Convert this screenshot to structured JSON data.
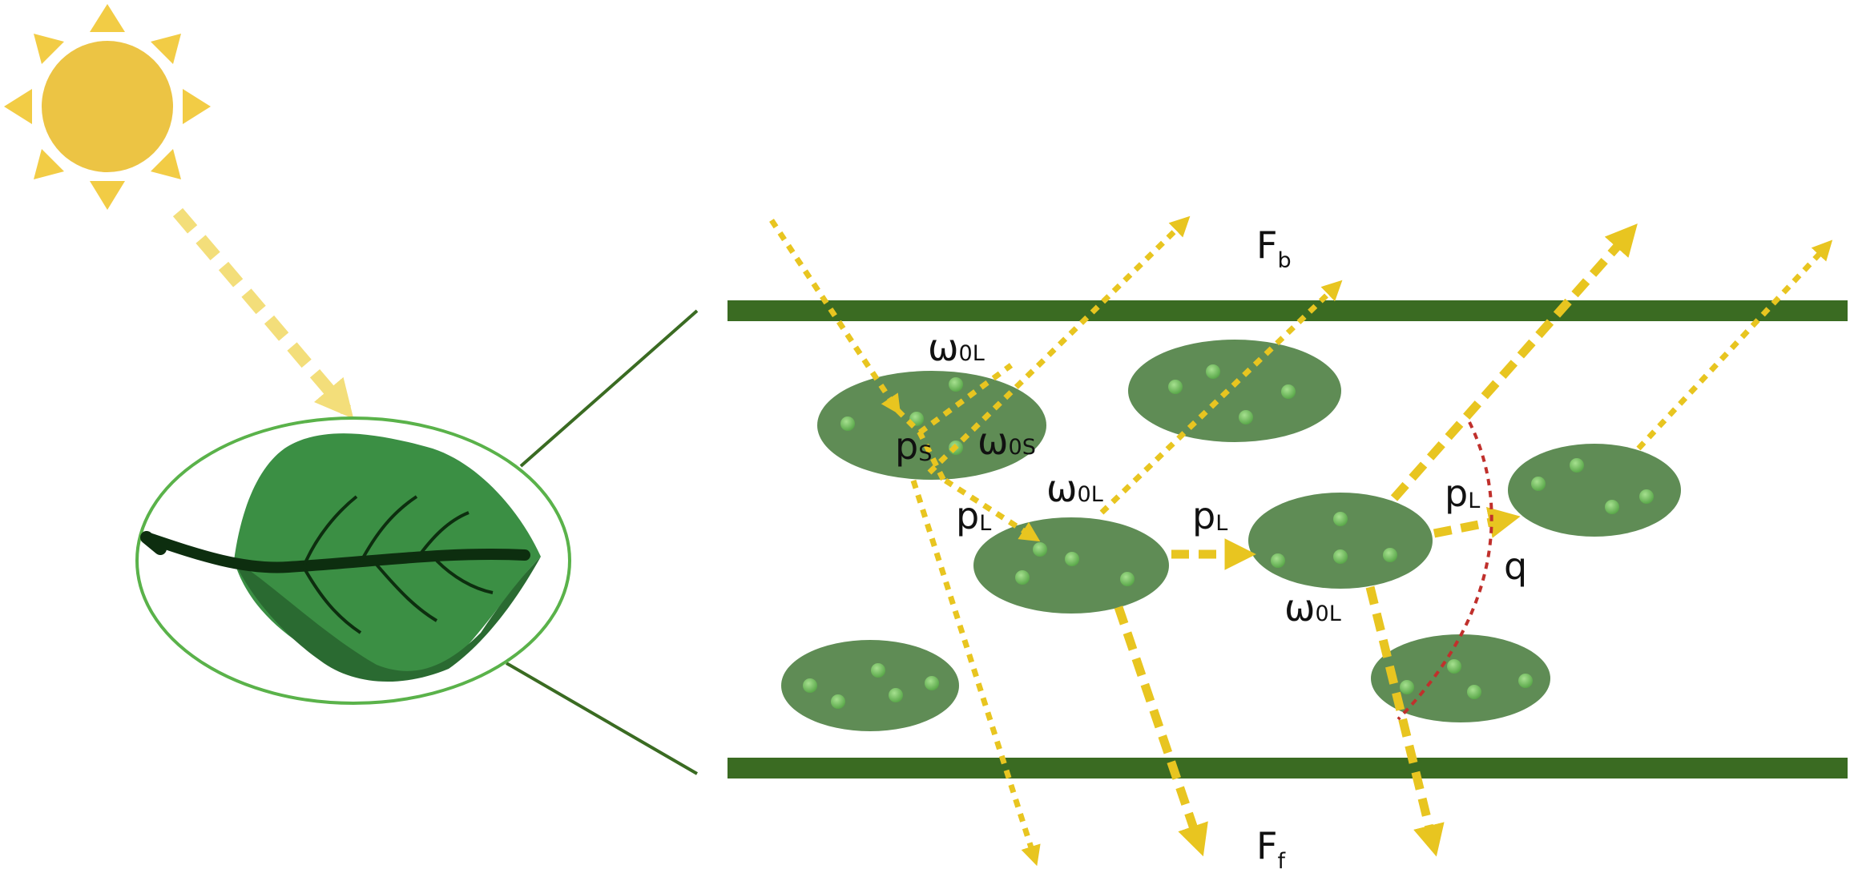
{
  "colors": {
    "sun": "#ecc444",
    "sun_rays": "#f2cc45",
    "incoming_light": "#f3de7a",
    "leaf": "#3b8f44",
    "leaf_dark": "#2a6a31",
    "leaf_vein": "#0d2e0f",
    "magnifier_ring": "#5ab24a",
    "layer_boundary": "#3a6b22",
    "cell": "#5f8c55",
    "chloroplast": "#7cc26a",
    "light_path": "#e8c520",
    "scattering_angle": "#c0302c"
  },
  "icons": [
    "sun-icon",
    "leaf-icon"
  ],
  "labels": {
    "backward_flux": {
      "main": "F",
      "sub": "b"
    },
    "forward_flux": {
      "main": "F",
      "sub": "f"
    },
    "omega_top": {
      "main": "ω",
      "sub": "0L"
    },
    "p_s": {
      "main": "p",
      "sub": "S"
    },
    "omega_s": {
      "main": "ω",
      "sub": "0S"
    },
    "omega_mid": {
      "main": "ω",
      "sub": "0L"
    },
    "p_l_left": {
      "main": "p",
      "sub": "L"
    },
    "p_l_mid": {
      "main": "p",
      "sub": "L"
    },
    "p_l_right": {
      "main": "p",
      "sub": "L"
    },
    "q": {
      "main": "q"
    },
    "omega_bottom": {
      "main": "ω",
      "sub": "0L"
    }
  }
}
